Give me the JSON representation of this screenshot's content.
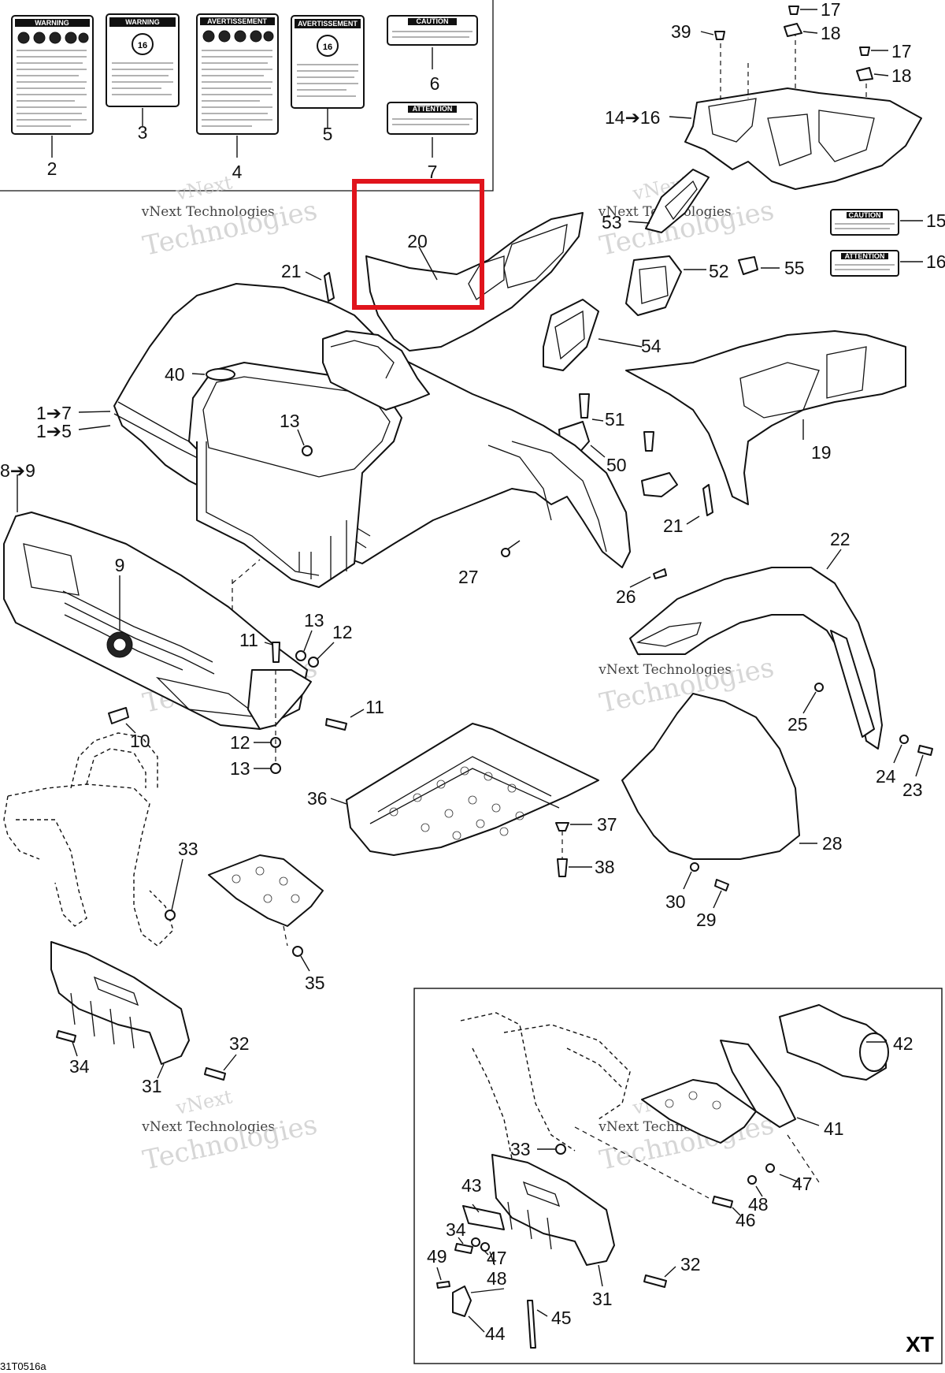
{
  "diagram_code": "31T0516a",
  "inset_label": "XT",
  "watermark": {
    "line1": "vNext",
    "line2": "vNext Technologies",
    "line3": "Technologies"
  },
  "callouts": {
    "c2": "2",
    "c3": "3",
    "c4": "4",
    "c5": "5",
    "c6": "6",
    "c7": "7",
    "c17a": "17",
    "c18a": "18",
    "c17b": "17",
    "c18b": "18",
    "c39": "39",
    "c14_16": "14➔16",
    "c15": "15",
    "c16": "16",
    "c20": "20",
    "c53": "53",
    "c52": "52",
    "c55": "55",
    "c54": "54",
    "c21a": "21",
    "c40": "40",
    "c1_7": "1➔7",
    "c1_5": "1➔5",
    "c13a": "13",
    "c8_9": "8➔9",
    "c9": "9",
    "c51": "51",
    "c50": "50",
    "c19": "19",
    "c21b": "21",
    "c22": "22",
    "c27": "27",
    "c26": "26",
    "c11a": "11",
    "c13b": "13",
    "c12a": "12",
    "c11b": "11",
    "c10": "10",
    "c12b": "12",
    "c13c": "13",
    "c25": "25",
    "c24": "24",
    "c23": "23",
    "c36": "36",
    "c37": "37",
    "c38": "38",
    "c28": "28",
    "c30": "30",
    "c29": "29",
    "c33a": "33",
    "c35": "35",
    "c34a": "34",
    "c32a": "32",
    "c31a": "31",
    "c42": "42",
    "c41": "41",
    "c33b": "33",
    "c47a": "47",
    "c48a": "48",
    "c46": "46",
    "c43": "43",
    "c34b": "34",
    "c47b": "47",
    "c48b": "48",
    "c49": "49",
    "c32b": "32",
    "c31b": "31",
    "c44": "44",
    "c45": "45"
  },
  "labels": {
    "warning": "WARNING",
    "avertissement": "AVERTISSEMENT",
    "caution": "CAUTION",
    "attention": "ATTENTION",
    "age_badge": "16"
  },
  "highlight": {
    "color": "#e0141c",
    "part": "20"
  },
  "colors": {
    "ink": "#111111",
    "watermark": "#c9c9c9",
    "background": "#ffffff"
  }
}
